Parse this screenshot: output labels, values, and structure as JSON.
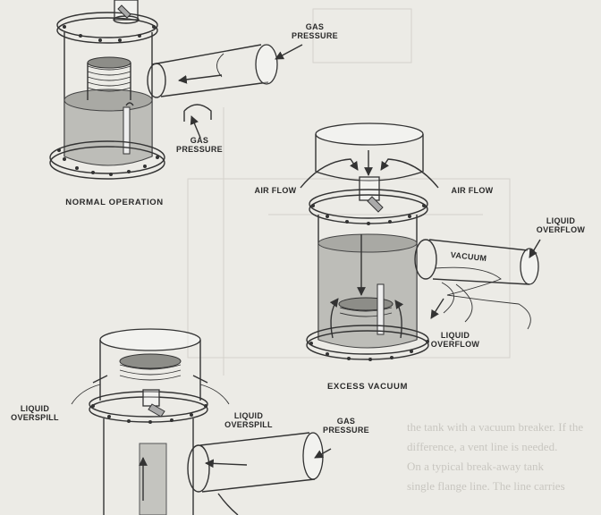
{
  "figure": {
    "panels": [
      {
        "id": "normal",
        "caption": "NORMAL OPERATION",
        "labels": {
          "gas_pressure_top": [
            "GAS",
            "PRESSURE"
          ],
          "gas_pressure_bottom": [
            "GAS",
            "PRESSURE"
          ]
        }
      },
      {
        "id": "vacuum",
        "caption": "EXCESS VACUUM",
        "labels": {
          "air_flow_left": "AIR FLOW",
          "air_flow_right": "AIR FLOW",
          "liquid_overflow_top": [
            "LIQUID",
            "OVERFLOW"
          ],
          "vacuum": "VACUUM",
          "liquid_overflow_bottom": [
            "LIQUID",
            "OVERFLOW"
          ]
        }
      },
      {
        "id": "overspill",
        "caption": "",
        "labels": {
          "liquid_overspill_left": [
            "LIQUID",
            "OVERSPILL"
          ],
          "liquid_overspill_right": [
            "LIQUID",
            "OVERSPILL"
          ],
          "gas_pressure": [
            "GAS",
            "PRESSURE"
          ]
        }
      }
    ]
  },
  "colors": {
    "paper": "#ecebe6",
    "ink": "#333333",
    "liquid": "#bdbdb8"
  }
}
